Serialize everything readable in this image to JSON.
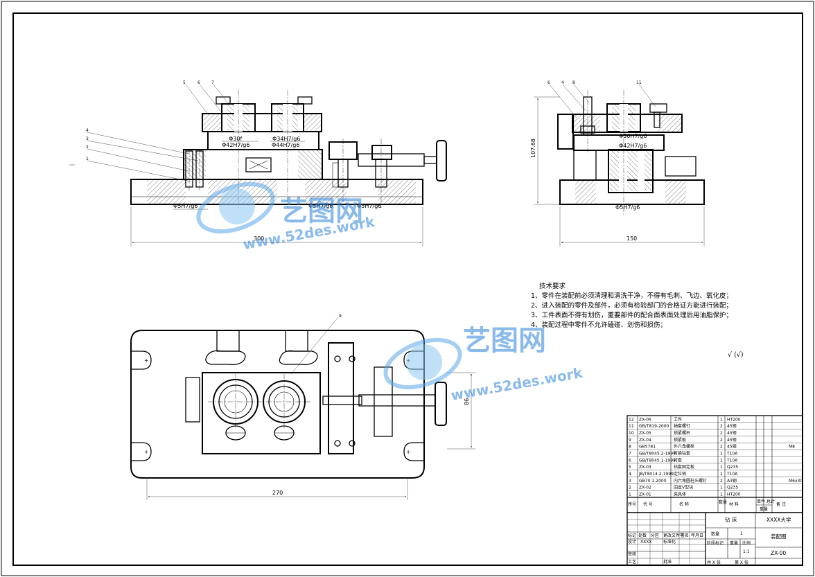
{
  "views": {
    "front": {
      "dimensions": {
        "overall_width": "300"
      },
      "fits": [
        "Φ30f",
        "Φ42H7/g6",
        "Φ34H7/g6",
        "Φ44H7/g6",
        "Φ5H7/g6",
        "Φ5H7/g6",
        "Φ5H7/g6"
      ],
      "callouts": [
        "5",
        "6",
        "7",
        "4",
        "3",
        "2",
        "1"
      ]
    },
    "side": {
      "dimensions": {
        "height": "107.68",
        "width": "150"
      },
      "fits": [
        "Φ30H7/g6",
        "Φ42H7/g6",
        "Φ5H7/g6"
      ],
      "callouts": [
        "6",
        "4",
        "8",
        "11"
      ]
    },
    "top": {
      "dimensions": {
        "width": "270",
        "height": "86"
      },
      "callouts": [
        "9"
      ]
    }
  },
  "tech_requirements": {
    "title": "技术要求",
    "items": [
      "1、零件在装配前必须清理和清洗干净，不得有毛刺、飞边、氧化皮；",
      "2、进入装配的零件及部件，必须有检验部门的合格证方能进行装配；",
      "3、工件表面不得有划伤，重要部件的配合面表面处理后用油脂保护；",
      "4、装配过程中零件不允许磕碰、划伤和损伤；"
    ]
  },
  "roughness_note": "√ (√)",
  "watermark": {
    "brand": "艺图网",
    "url": "www.52des.work"
  },
  "bom": {
    "headers": {
      "seq": "序号",
      "code": "代 号",
      "name": "名 称",
      "qty": "数量",
      "material": "材 料",
      "unit_total": "单件 总计",
      "weight": "重量",
      "remark": "备 注"
    },
    "rows": [
      {
        "seq": "12",
        "code": "ZX-06",
        "name": "工件",
        "qty": "1",
        "material": "HT200",
        "remark": ""
      },
      {
        "seq": "11",
        "code": "GB/T819-2000",
        "name": "轴套螺钉",
        "qty": "2",
        "material": "45钢",
        "remark": ""
      },
      {
        "seq": "10",
        "code": "ZX-05",
        "name": "锁紧螺杆",
        "qty": "2",
        "material": "45钢",
        "remark": ""
      },
      {
        "seq": "9",
        "code": "ZX-04",
        "name": "锁紧板",
        "qty": "2",
        "material": "45钢",
        "remark": ""
      },
      {
        "seq": "8",
        "code": "GB5781",
        "name": "外六角螺栓",
        "qty": "2",
        "material": "45钢",
        "remark": "M8"
      },
      {
        "seq": "7",
        "code": "GB/T8045.2-1999",
        "name": "可换钻套",
        "qty": "1",
        "material": "T10A",
        "remark": ""
      },
      {
        "seq": "6",
        "code": "GB/T8045.1-1999",
        "name": "衬套",
        "qty": "1",
        "material": "T10A",
        "remark": ""
      },
      {
        "seq": "5",
        "code": "ZX-03",
        "name": "钻套固定板",
        "qty": "1",
        "material": "Q235",
        "remark": ""
      },
      {
        "seq": "4",
        "code": "JB/T8014.2-1999",
        "name": "定位销",
        "qty": "1",
        "material": "T10A",
        "remark": ""
      },
      {
        "seq": "3",
        "code": "GB70.1-2000",
        "name": "内六角圆柱头螺钉",
        "qty": "2",
        "material": "A3钢",
        "remark": "M6x30"
      },
      {
        "seq": "2",
        "code": "ZX-02",
        "name": "固定V型块",
        "qty": "1",
        "material": "Q235",
        "remark": ""
      },
      {
        "seq": "1",
        "code": "ZX-01",
        "name": "夹具体",
        "qty": "1",
        "material": "HT200",
        "remark": ""
      }
    ]
  },
  "title_block": {
    "drawing_name": "钻 床",
    "school": "XXXX大学",
    "title": "装配图",
    "drawing_no": "ZX-00",
    "qty_label": "数量",
    "qty_value": "1",
    "stage_label": "阶段标记",
    "weight_label": "重量",
    "scale_label": "比例",
    "scale_value": "1:1",
    "sheet_label": "共 X 张",
    "sheet_of": "第 X 张",
    "row_labels": [
      "标记",
      "处数",
      "分区",
      "更改文件号",
      "签名",
      "年月日"
    ],
    "design_label": "设计",
    "design_name": "XXXX",
    "std_label": "标准化",
    "review_label": "审核",
    "process_label": "工艺",
    "approve_label": "批准"
  }
}
